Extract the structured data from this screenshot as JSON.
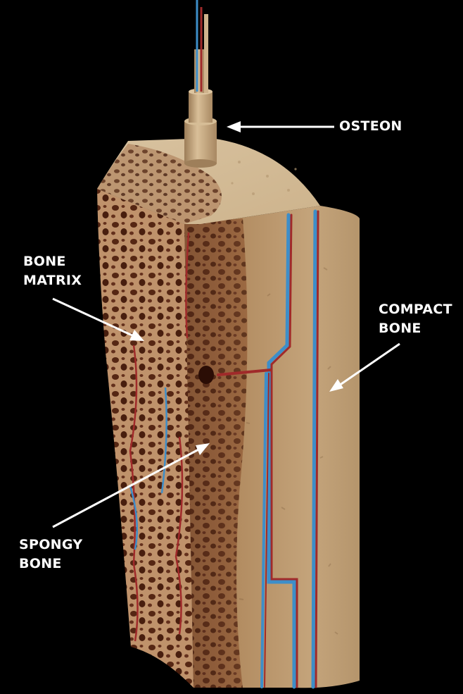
{
  "labels": {
    "osteon": "OSTEON",
    "bone_matrix": [
      "BONE",
      "MATRIX"
    ],
    "compact_bone": [
      "COMPACT",
      "BONE"
    ],
    "spongy_bone": [
      "SPONGY",
      "BONE"
    ]
  },
  "colors": {
    "background": "#000000",
    "label_text": "#ffffff",
    "arrow": "#ffffff",
    "compact_bone": "#b8966a",
    "compact_bone_light": "#cfb28a",
    "spongy_bone": "#d9ae84",
    "spongy_bone_dark": "#6b3a22",
    "marrow_cavity": "#3a1508",
    "artery": "#a02a2a",
    "vein": "#3d8ec9",
    "osteon_cylinder": "#c9ab85"
  }
}
